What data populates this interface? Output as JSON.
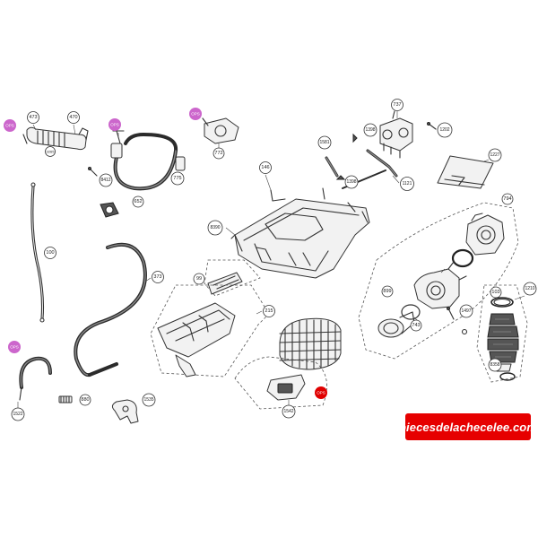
{
  "option_badge_text": "OPS",
  "parts": {
    "p473": "473",
    "p470": "470",
    "p3265": "3265",
    "p8412": "8412",
    "p775": "775",
    "p772": "772",
    "p652": "652",
    "p100": "100",
    "p373": "373",
    "p1522": "1522",
    "p880": "880",
    "p1535": "1535",
    "p146": "146",
    "p8390": "8390",
    "p99": "99",
    "p215": "215",
    "p1542": "1542",
    "p1581": "1581",
    "p1398a": "1398",
    "p1398b": "1398",
    "p737": "737",
    "p1202": "1202",
    "p1121": "1121",
    "p1227": "1227",
    "p794": "794",
    "p899": "899",
    "p743": "743",
    "p1497": "1497",
    "p103": "103",
    "p1210": "1210",
    "p8358": "8358"
  },
  "watermark": "piecesdelachecelee.com",
  "colors": {
    "option_badge": "#cc66cc",
    "option_badge_red": "#e00000",
    "watermark_bg": "#e60000"
  }
}
